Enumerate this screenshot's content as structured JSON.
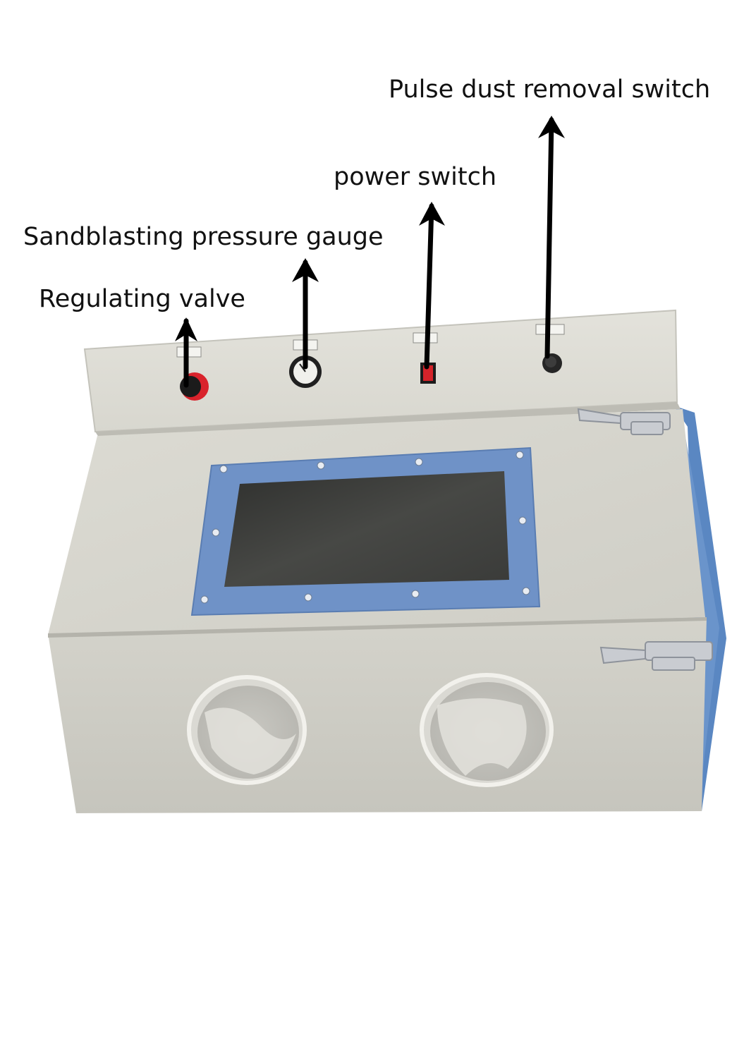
{
  "labels": {
    "pulse_dust_removal_switch": "Pulse dust removal switch",
    "power_switch": "power switch",
    "sandblasting_pressure_gauge": "Sandblasting pressure gauge",
    "regulating_valve": "Regulating valve"
  },
  "colors": {
    "cabinet": "#d8d7cf",
    "window_frame": "#7094c8",
    "window_glass": "#3c3d3b",
    "door_edge": "#4f7fc0",
    "valve_red": "#d9232c",
    "switch_red": "#d5232a",
    "arrow": "#000000"
  }
}
